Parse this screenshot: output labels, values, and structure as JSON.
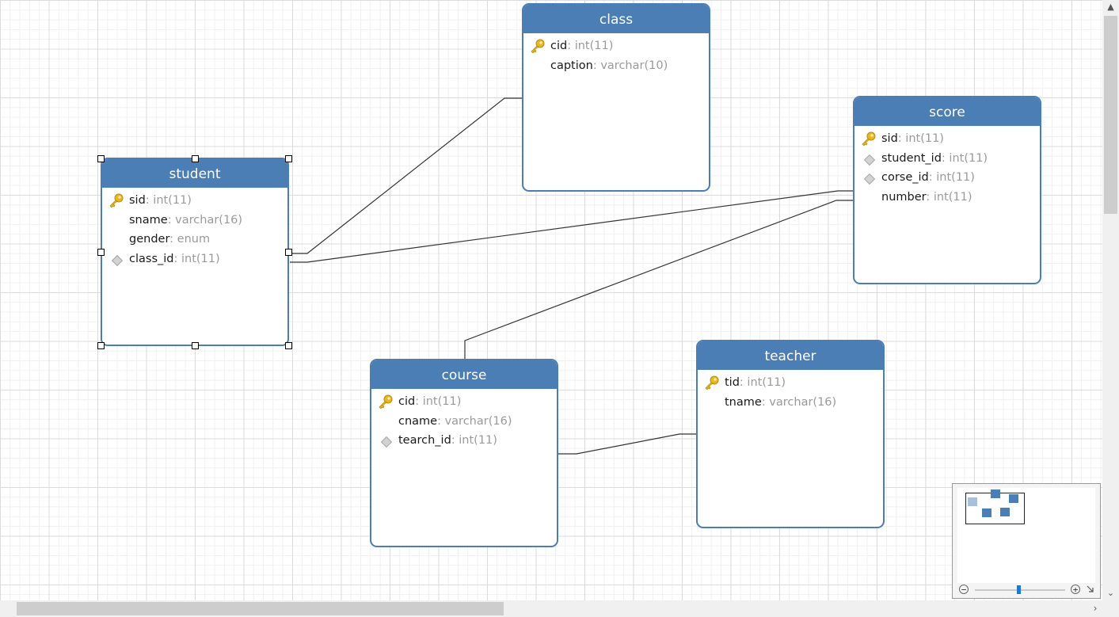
{
  "diagram": {
    "entities": {
      "class": {
        "title": "class",
        "fields": [
          {
            "name": "cid",
            "type": ": int(11)",
            "icon": "key-icon"
          },
          {
            "name": "caption",
            "type": ": varchar(10)",
            "icon": ""
          }
        ]
      },
      "score": {
        "title": "score",
        "fields": [
          {
            "name": "sid",
            "type": ": int(11)",
            "icon": "key-icon"
          },
          {
            "name": "student_id",
            "type": ": int(11)",
            "icon": "diamond-icon"
          },
          {
            "name": "corse_id",
            "type": ": int(11)",
            "icon": "diamond-icon"
          },
          {
            "name": "number",
            "type": ": int(11)",
            "icon": ""
          }
        ]
      },
      "student": {
        "title": "student",
        "fields": [
          {
            "name": "sid",
            "type": ": int(11)",
            "icon": "key-icon"
          },
          {
            "name": "sname",
            "type": ": varchar(16)",
            "icon": ""
          },
          {
            "name": "gender",
            "type": ": enum",
            "icon": ""
          },
          {
            "name": "class_id",
            "type": ": int(11)",
            "icon": "diamond-icon"
          }
        ]
      },
      "course": {
        "title": "course",
        "fields": [
          {
            "name": "cid",
            "type": ": int(11)",
            "icon": "key-icon"
          },
          {
            "name": "cname",
            "type": ": varchar(16)",
            "icon": ""
          },
          {
            "name": "tearch_id",
            "type": ": int(11)",
            "icon": "diamond-icon"
          }
        ]
      },
      "teacher": {
        "title": "teacher",
        "fields": [
          {
            "name": "tid",
            "type": ": int(11)",
            "icon": "key-icon"
          },
          {
            "name": "tname",
            "type": ": varchar(16)",
            "icon": ""
          }
        ]
      }
    },
    "selected_entity": "student"
  },
  "colors": {
    "entity_header": "#4a7eb5",
    "key_icon": "#e8b820",
    "grid": "#dcdcdc"
  },
  "minimap": {
    "zoom_out_icon": "minus-circle-icon",
    "zoom_in_icon": "plus-circle-icon",
    "zoom_out_label": "−",
    "zoom_in_label": "+"
  }
}
